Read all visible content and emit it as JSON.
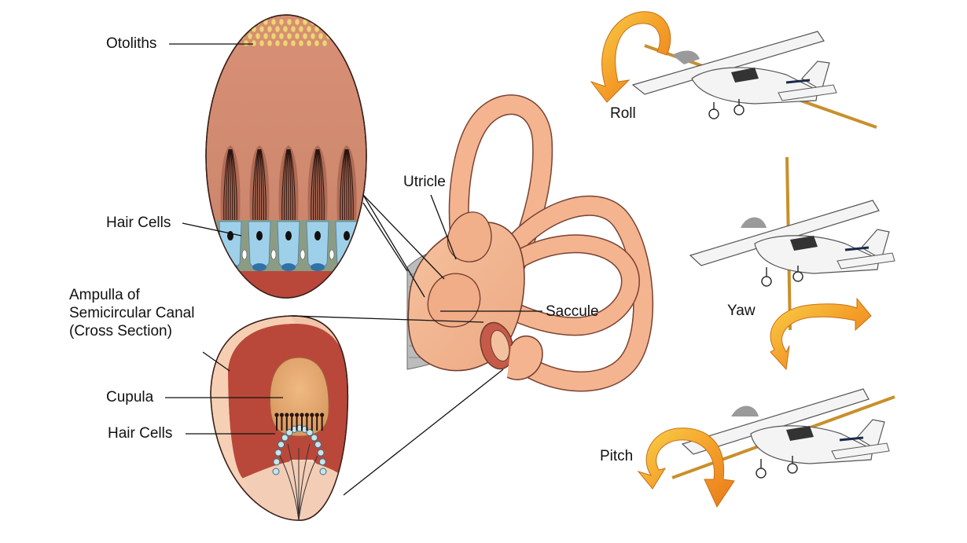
{
  "labels": {
    "otoliths": "Otoliths",
    "hair_cells_top": "Hair Cells",
    "ampulla_lines": [
      "Ampulla of",
      "Semicircular Canal",
      "(Cross Section)"
    ],
    "cupula": "Cupula",
    "hair_cells_bottom": "Hair Cells",
    "utricle": "Utricle",
    "saccule": "Saccule",
    "roll": "Roll",
    "yaw": "Yaw",
    "pitch": "Pitch"
  },
  "colors": {
    "tissue_light": "#f2b48e",
    "tissue_mid": "#d08268",
    "tissue_dark": "#b9483a",
    "otolith": "#efd27a",
    "hair_cell_blue": "#9fd0ea",
    "hair_cell_green": "#8c9c84",
    "arrow_orange": "#f08a1c",
    "arrow_yellow": "#f7c63a",
    "axis_rod": "#c8902c",
    "airplane_white": "#f4f4f4"
  }
}
